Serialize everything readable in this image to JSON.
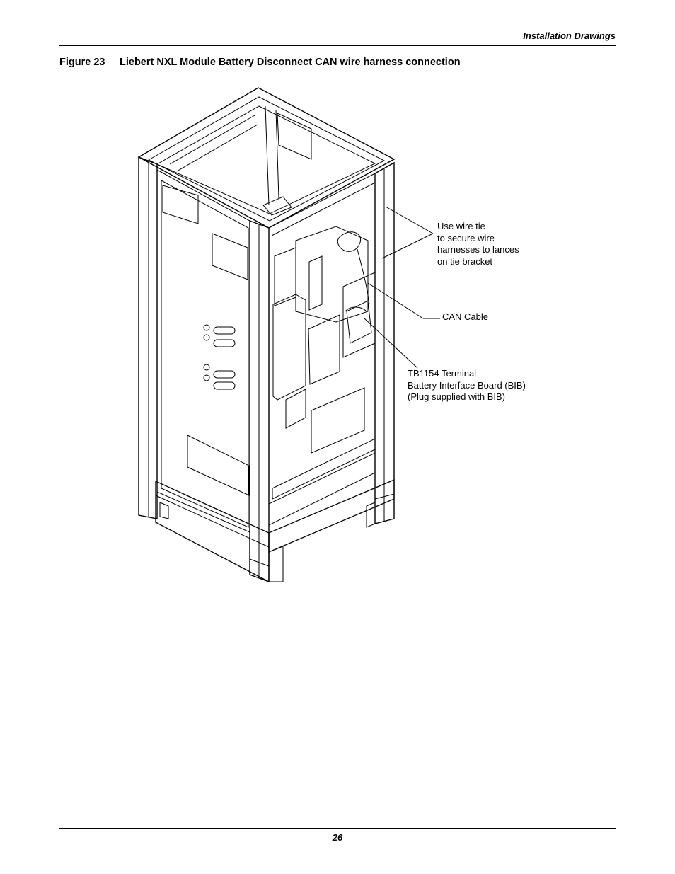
{
  "header": {
    "section_title": "Installation Drawings"
  },
  "figure": {
    "number": "Figure 23",
    "title": "Liebert NXL Module Battery Disconnect CAN wire harness connection"
  },
  "callouts": {
    "wire_tie": {
      "lines": [
        "Use wire tie",
        "to secure wire",
        "harnesses to lances",
        "on tie bracket"
      ]
    },
    "can_cable": {
      "label": "CAN Cable"
    },
    "tb1154": {
      "lines": [
        "TB1154 Terminal",
        "Battery Interface Board (BIB)",
        "(Plug supplied with BIB)"
      ]
    }
  },
  "footer": {
    "page_number": "26"
  }
}
